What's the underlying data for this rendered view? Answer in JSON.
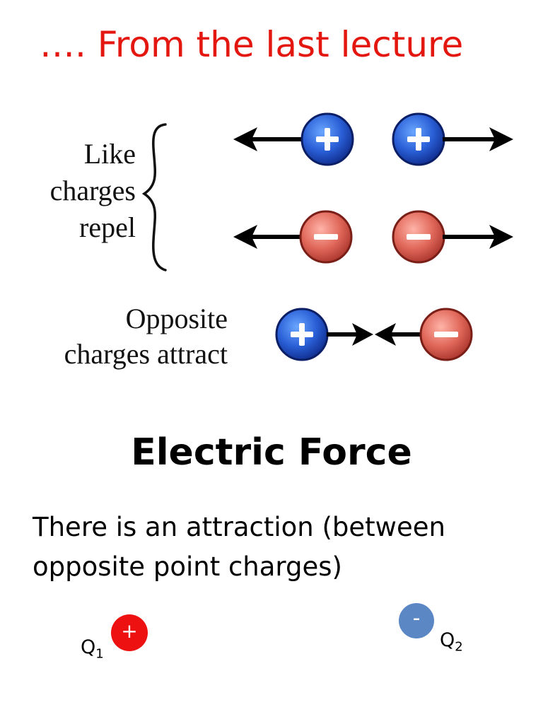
{
  "slide": {
    "title": "…. From the last lecture",
    "diagram": {
      "like_label_lines": [
        "Like",
        "charges",
        "repel"
      ],
      "opposite_label_lines": [
        "Opposite",
        "charges attract"
      ],
      "positive_symbol": "+",
      "negative_symbol": "−"
    },
    "heading": "Electric Force",
    "body": "There is an attraction (between opposite point charges)",
    "charges": [
      {
        "symbol": "+",
        "label": "Q",
        "subscript": "1",
        "color": "#ee1111"
      },
      {
        "symbol": "-",
        "label": "Q",
        "subscript": "2",
        "color": "#5b87c5"
      }
    ]
  }
}
